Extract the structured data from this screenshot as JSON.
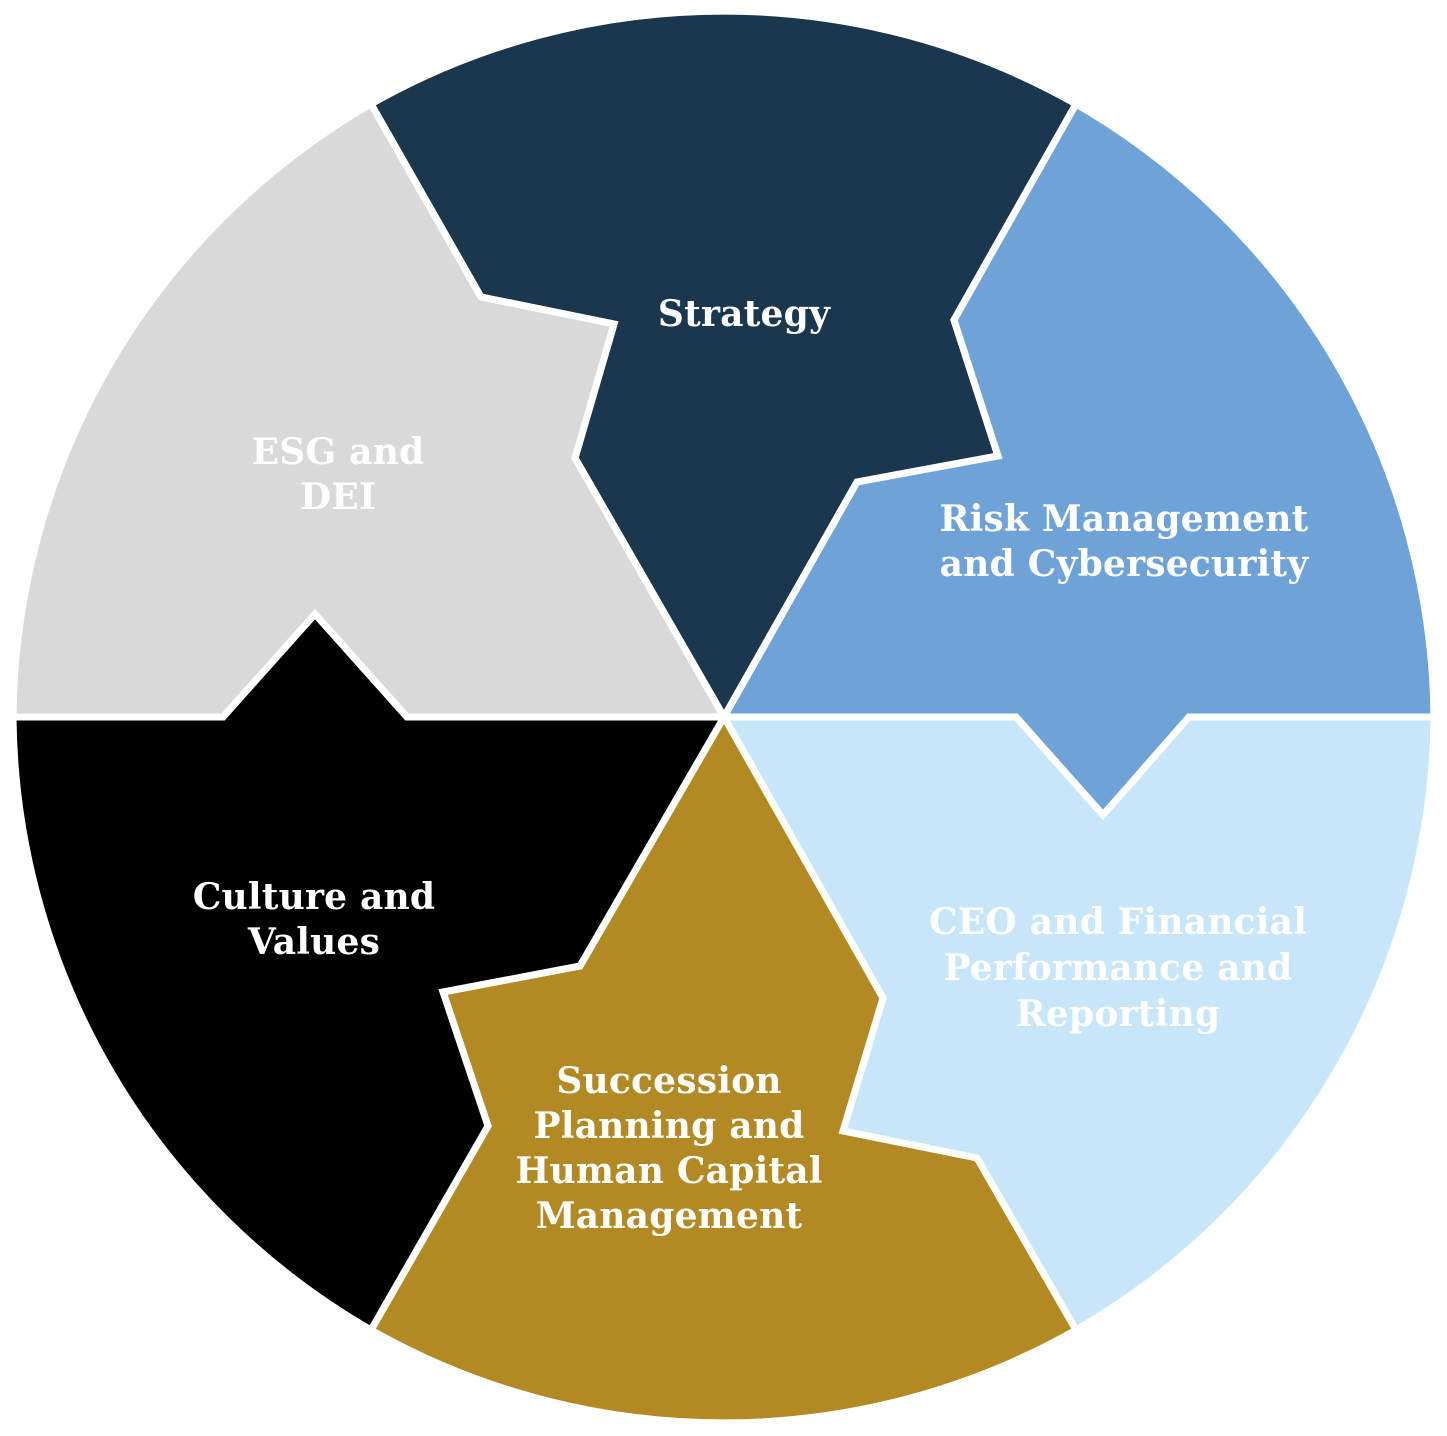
{
  "diagram": {
    "segments": [
      {
        "id": "strategy",
        "label_lines": [
          "Strategy"
        ],
        "fill": "#1a374d",
        "text_color": "#ffffff"
      },
      {
        "id": "risk",
        "label_lines": [
          "Risk Management",
          "and Cybersecurity"
        ],
        "fill": "#6fa3d7",
        "text_color": "#ffffff"
      },
      {
        "id": "ceo",
        "label_lines": [
          "CEO and Financial",
          "Performance and",
          "Reporting"
        ],
        "fill": "#c8e6f9",
        "text_color": "#ffffff"
      },
      {
        "id": "succession",
        "label_lines": [
          "Succession",
          "Planning and",
          "Human Capital",
          "Management"
        ],
        "fill": "#b38923",
        "text_color": "#ffffff"
      },
      {
        "id": "culture",
        "label_lines": [
          "Culture and",
          "Values"
        ],
        "fill": "#000000",
        "text_color": "#ffffff"
      },
      {
        "id": "esg",
        "label_lines": [
          "ESG and",
          "DEI"
        ],
        "fill": "#d9d9d9",
        "text_color": "#ffffff"
      }
    ]
  }
}
